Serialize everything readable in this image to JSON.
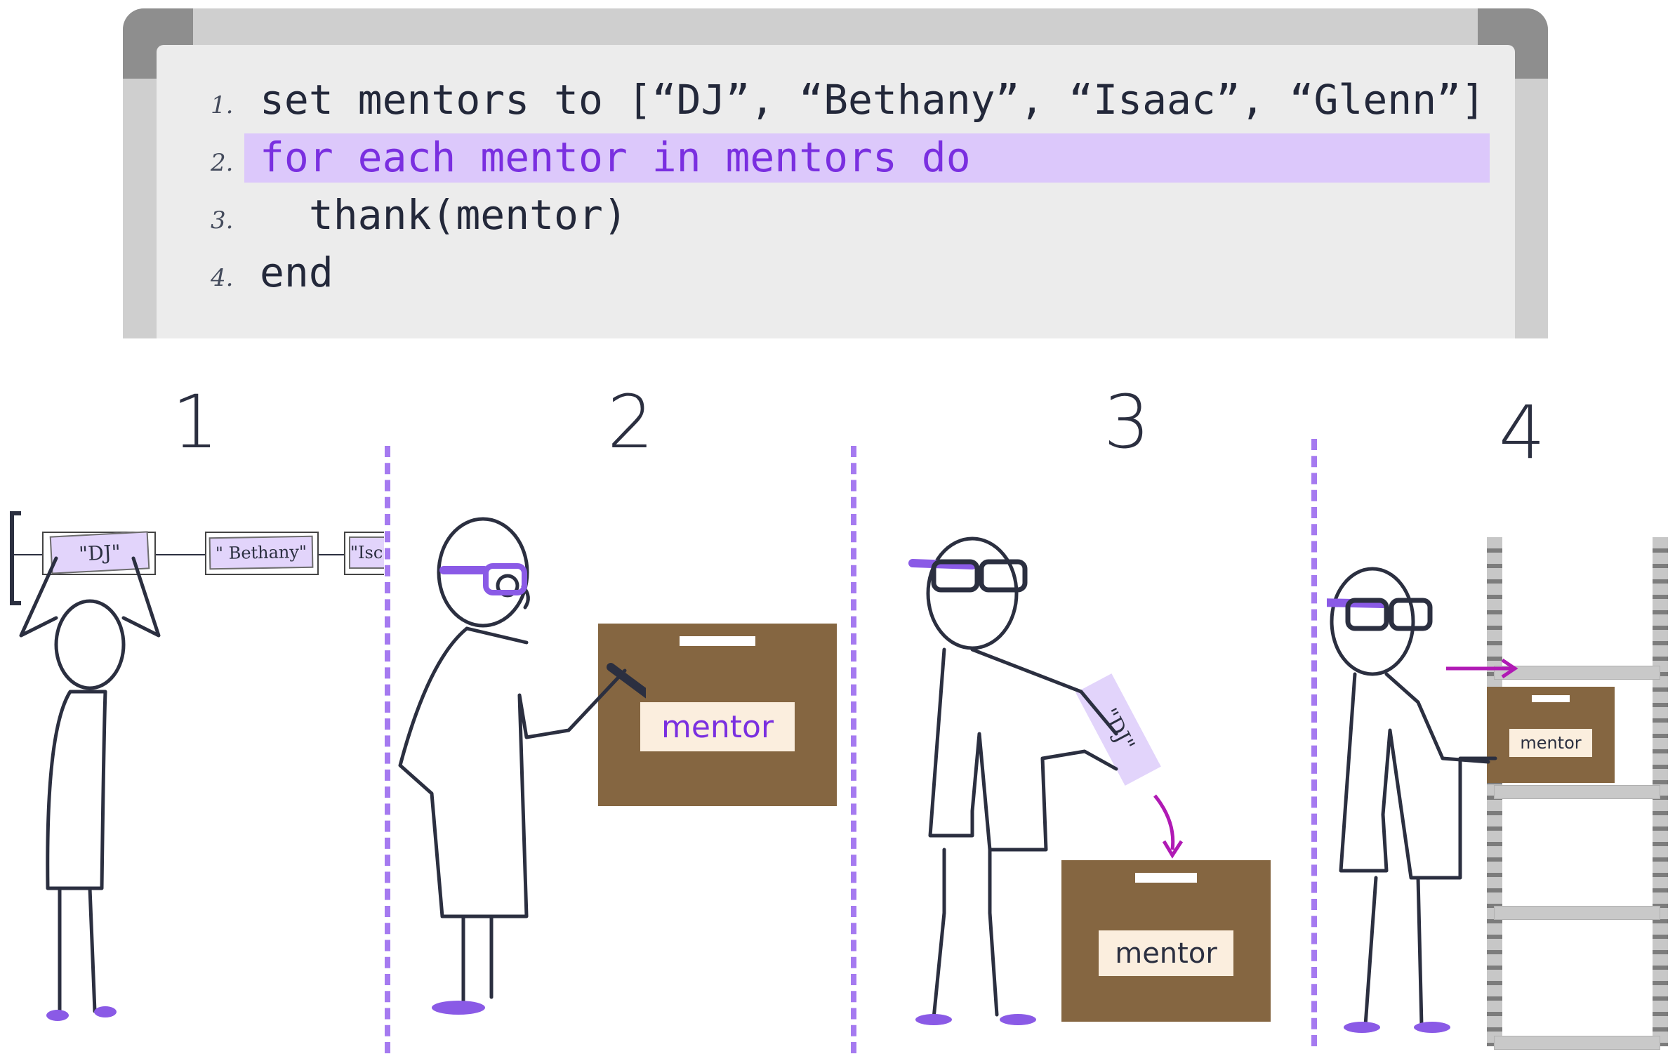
{
  "code": {
    "lines": [
      {
        "num": "1.",
        "text": "set mentors to [“DJ”, “Bethany”, “Isaac”, “Glenn”]"
      },
      {
        "num": "2.",
        "text": "for each mentor in mentors do"
      },
      {
        "num": "3.",
        "text": "  thank(mentor)"
      },
      {
        "num": "4.",
        "text": "end"
      }
    ],
    "highlight_color": "#dcc8fb",
    "highlight_text_color": "#7a2fe0"
  },
  "panels": {
    "p1": {
      "number": "1",
      "tag_dj": "\"DJ\"",
      "tag_bethany": "\" Bethany\"",
      "tag_isaac": "\"Isc"
    },
    "p2": {
      "number": "2",
      "box_label": "mentor"
    },
    "p3": {
      "number": "3",
      "box_label": "mentor",
      "note_tag": "\"DJ\""
    },
    "p4": {
      "number": "4",
      "box_label": "mentor"
    }
  },
  "colors": {
    "box": "#856641",
    "box_label": "#fbeede",
    "divider": "#a57af0",
    "glasses": "#8a5ae6",
    "arrow": "#b01ab4",
    "ink": "#2b2f40"
  }
}
